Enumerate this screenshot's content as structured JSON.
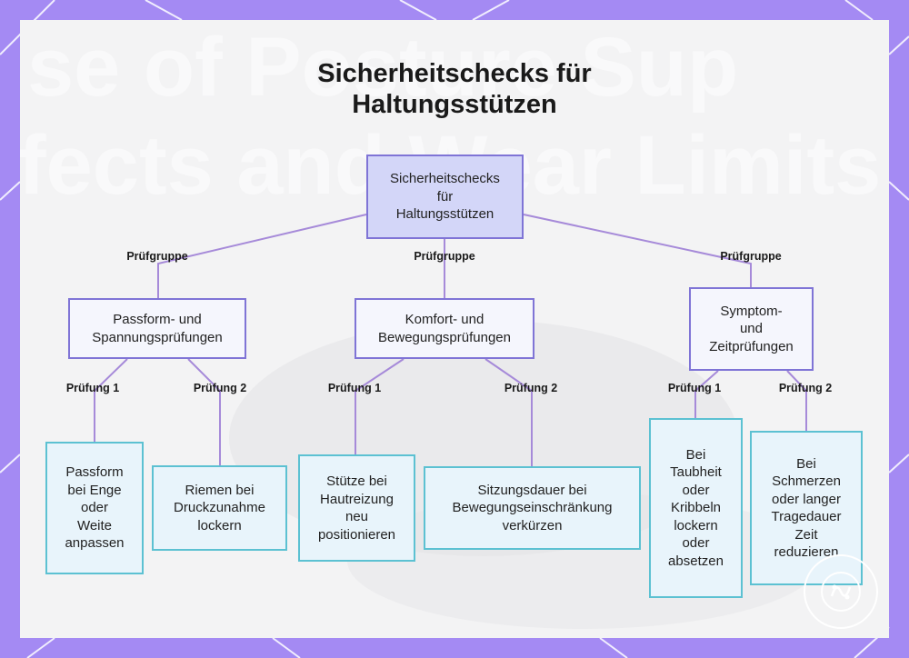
{
  "title": {
    "line1": "Sicherheitschecks für",
    "line2": "Haltungsstützen"
  },
  "background_text": {
    "line1": "se of Posture Sup",
    "line2": "fects and Wear Limits"
  },
  "root": {
    "lines": [
      "Sicherheitschecks",
      "für",
      "Haltungsstützen"
    ]
  },
  "group_label": "Prüfgruppe",
  "groups": [
    {
      "lines": [
        "Passform- und",
        "Spannungsprüfungen"
      ]
    },
    {
      "lines": [
        "Komfort- und",
        "Bewegungsprüfungen"
      ]
    },
    {
      "lines": [
        "Symptom-",
        "und",
        "Zeitprüfungen"
      ]
    }
  ],
  "check_labels": [
    "Prüfung 1",
    "Prüfung 2"
  ],
  "leaves": [
    {
      "lines": [
        "Passform",
        "bei Enge",
        "oder",
        "Weite",
        "anpassen"
      ]
    },
    {
      "lines": [
        "Riemen bei",
        "Druckzunahme",
        "lockern"
      ]
    },
    {
      "lines": [
        "Stütze bei",
        "Hautreizung",
        "neu",
        "positionieren"
      ]
    },
    {
      "lines": [
        "Sitzungsdauer bei",
        "Bewegungseinschränkung",
        "verkürzen"
      ]
    },
    {
      "lines": [
        "Bei",
        "Taubheit",
        "oder",
        "Kribbeln",
        "lockern",
        "oder",
        "absetzen"
      ]
    },
    {
      "lines": [
        "Bei",
        "Schmerzen",
        "oder langer",
        "Tragedauer",
        "Zeit",
        "reduzieren"
      ]
    }
  ],
  "colors": {
    "frame": "#a48af3",
    "root_fill": "#d3d6f8",
    "node_border": "#7f74d6",
    "leaf_fill": "#e8f4fb",
    "leaf_border": "#5cc1d2",
    "edge": "#a68ad9"
  },
  "logo_icon": "watermark-logo-icon"
}
